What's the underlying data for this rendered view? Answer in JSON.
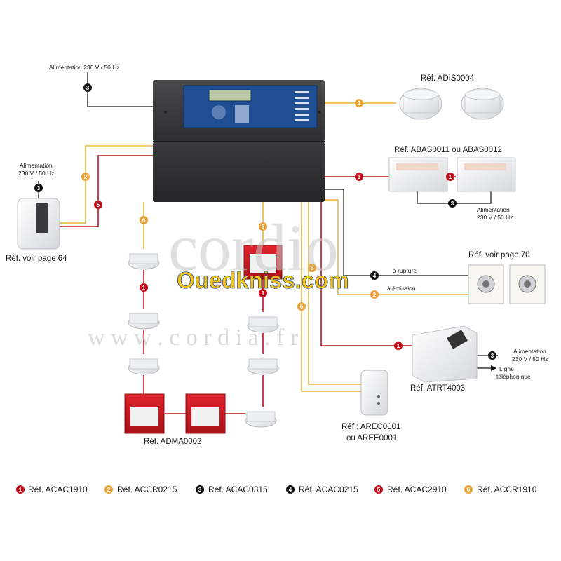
{
  "colors": {
    "red_wire": "#c0101c",
    "yellow_wire": "#e8b43c",
    "black_wire": "#111111",
    "panel_dark": "#3b3a3c",
    "panel_screen": "#2d5fa8",
    "device_red": "#d21e26",
    "marker_red": "#c0101c",
    "marker_yellow": "#e8a33a",
    "marker_black": "#111111"
  },
  "markers": {
    "m1": "1",
    "m2": "2",
    "m3": "3",
    "m4": "4",
    "m5": "5",
    "m6": "6"
  },
  "labels": {
    "power_top": "Alimentation 230 V / 50 Hz",
    "power_left_1": "Alimentation",
    "power_left_2": "230 V / 50 Hz",
    "ref_adis": "Réf. ADIS0004",
    "ref_abas": "Réf. ABAS0011 ou ABAS0012",
    "power_abas_1": "Alimentation",
    "power_abas_2": "230 V / 50 Hz",
    "ref_page64": "Réf. voir page 64",
    "ref_page70": "Réf. voir page 70",
    "a_rupture": "à rupture",
    "a_emission": "à émission",
    "power_atrt_1": "Alimentation",
    "power_atrt_2": "230 V / 50 Hz",
    "ligne_1": "Ligne",
    "ligne_2": "téléphonique",
    "ref_atrt": "Réf. ATRT4003",
    "ref_arec_1": "Réf : AREC0001",
    "ref_arec_2": "ou AREE0001",
    "ref_adma": "Réf. ADMA0002"
  },
  "watermark": {
    "brand": "cordio",
    "site": "Ouedkniss.com",
    "url": "w w w . c o r d i a . f r"
  },
  "legend": [
    {
      "num": "1",
      "text": "Réf. ACAC1910",
      "color": "#c0101c"
    },
    {
      "num": "2",
      "text": "Réf. ACCR0215",
      "color": "#e8a33a"
    },
    {
      "num": "3",
      "text": "Réf. ACAC0315",
      "color": "#111111"
    },
    {
      "num": "4",
      "text": "Réf. ACAC0215",
      "color": "#111111"
    },
    {
      "num": "5",
      "text": "Réf. ACAC2910",
      "color": "#c0101c"
    },
    {
      "num": "6",
      "text": "Réf. ACCR1910",
      "color": "#e8a33a"
    }
  ]
}
